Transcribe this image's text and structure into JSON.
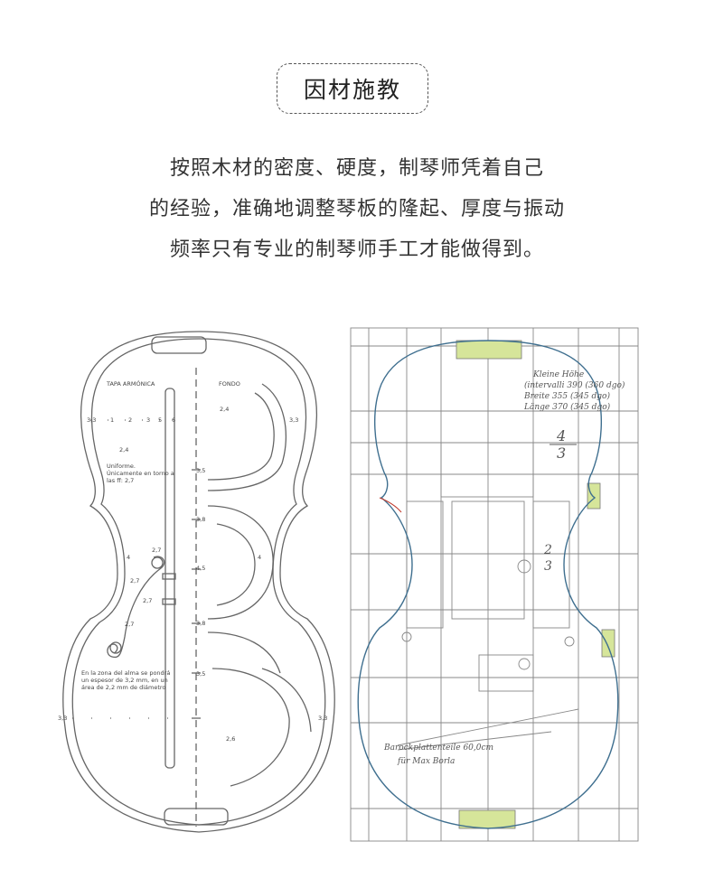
{
  "section_title": "因材施教",
  "description_lines": [
    "按照木材的密度、硬度，制琴师凭着自己",
    "的经验，准确地调整琴板的隆起、厚度与振动",
    "频率只有专业的制琴师手工才能做得到。"
  ],
  "left_plan": {
    "label_top": "TAPA ARMÓNICA",
    "label_back": "FONDO",
    "note_upper": [
      "Uniforme.",
      "Únicamente en torno a",
      "las ff: 2,7"
    ],
    "note_lower": [
      "En la zona del alma se pondrá",
      "un espesor de 3,2 mm, en un",
      "área de 2,2 mm de diámetro"
    ],
    "values": {
      "v_3_3": "3,3",
      "v_2_4": "2,4",
      "v_2_7": "2,7",
      "v_4": "4",
      "v_3_5": "3,5",
      "v_3_8": "3,8",
      "v_4_5": "4,5",
      "v_2_6": "2,6",
      "v_1": "1",
      "v_2": "2",
      "v_3": "3",
      "v_5": "5",
      "v_6": "6"
    }
  },
  "right_plan": {
    "note_top": [
      "Kleine Höhe",
      "(intervalli 390 (360 dgo)",
      "Breite 355 (345 dgo)",
      "Länge 370 (345 dgo)"
    ],
    "fraction_top": "4",
    "fraction_bottom": "3",
    "ratio_top": "2",
    "ratio_bottom": "3",
    "note_bottom": [
      "Barockplattenteile 60,0cm",
      "für Max Borla"
    ]
  },
  "colors": {
    "line": "#555555",
    "outline_blue": "#3f6f8f",
    "highlight": "#d6e59a"
  }
}
